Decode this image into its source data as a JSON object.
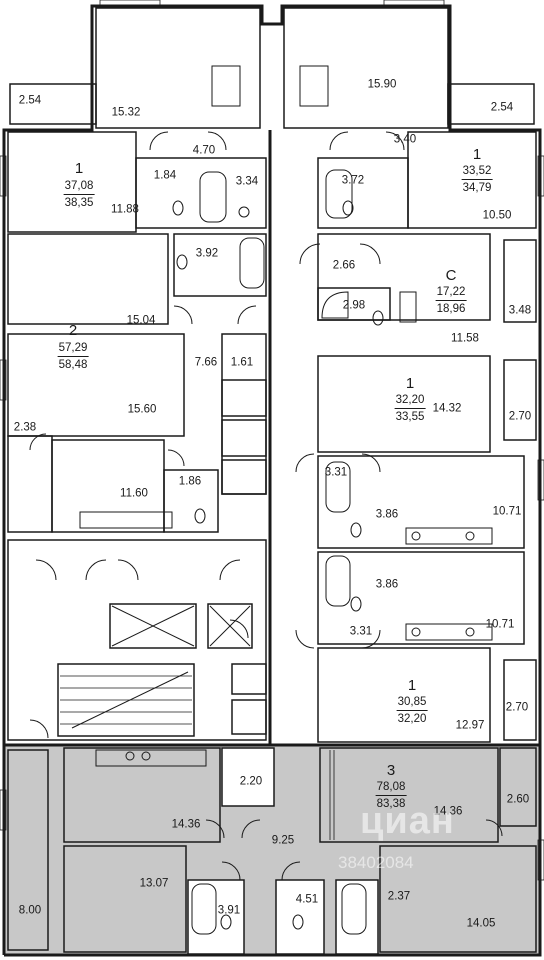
{
  "plan": {
    "colors": {
      "wall": "#1a1a1a",
      "shaded": "#c8c8c8",
      "paper": "#ffffff"
    },
    "area_labels": [
      {
        "id": "a1",
        "text": "2.54"
      },
      {
        "id": "a2",
        "text": "15.32"
      },
      {
        "id": "a3",
        "text": "15.90"
      },
      {
        "id": "a4",
        "text": "2.54"
      },
      {
        "id": "a5",
        "text": "4.70"
      },
      {
        "id": "a6",
        "text": "3.40"
      },
      {
        "id": "a7",
        "text": "1.84"
      },
      {
        "id": "a8",
        "text": "3.34"
      },
      {
        "id": "a9",
        "text": "3.72"
      },
      {
        "id": "a10",
        "text": "11.88"
      },
      {
        "id": "a11",
        "text": "10.50"
      },
      {
        "id": "a12",
        "text": "3.92"
      },
      {
        "id": "a13",
        "text": "2.66"
      },
      {
        "id": "a14",
        "text": "2.98"
      },
      {
        "id": "a15",
        "text": "3.48"
      },
      {
        "id": "a16",
        "text": "11.58"
      },
      {
        "id": "a17",
        "text": "15.04"
      },
      {
        "id": "a18",
        "text": "7.66"
      },
      {
        "id": "a19",
        "text": "1.61"
      },
      {
        "id": "a20",
        "text": "15.60"
      },
      {
        "id": "a21",
        "text": "14.32"
      },
      {
        "id": "a22",
        "text": "2.70"
      },
      {
        "id": "a23",
        "text": "2.38"
      },
      {
        "id": "a24",
        "text": "3.31"
      },
      {
        "id": "a25",
        "text": "3.86"
      },
      {
        "id": "a26",
        "text": "10.71"
      },
      {
        "id": "a27",
        "text": "11.60"
      },
      {
        "id": "a28",
        "text": "1.86"
      },
      {
        "id": "a29",
        "text": "3.86"
      },
      {
        "id": "a30",
        "text": "10.71"
      },
      {
        "id": "a31",
        "text": "3.31"
      },
      {
        "id": "a32",
        "text": "12.97"
      },
      {
        "id": "a33",
        "text": "2.70"
      },
      {
        "id": "a34",
        "text": "2.20"
      },
      {
        "id": "a35",
        "text": "14.36"
      },
      {
        "id": "a36",
        "text": "2.60"
      },
      {
        "id": "a37",
        "text": "14.36"
      },
      {
        "id": "a38",
        "text": "9.25"
      },
      {
        "id": "a39",
        "text": "13.07"
      },
      {
        "id": "a40",
        "text": "3.91"
      },
      {
        "id": "a41",
        "text": "4.51"
      },
      {
        "id": "a42",
        "text": "2.37"
      },
      {
        "id": "a43",
        "text": "8.00"
      },
      {
        "id": "a44",
        "text": "14.05"
      }
    ],
    "apartments": [
      {
        "id": "apt1",
        "rooms": "1",
        "living_area": "37,08",
        "total_area": "38,35"
      },
      {
        "id": "apt2",
        "rooms": "1",
        "living_area": "33,52",
        "total_area": "34,79"
      },
      {
        "id": "apt3",
        "rooms": "C",
        "living_area": "17,22",
        "total_area": "18,96"
      },
      {
        "id": "apt4",
        "rooms": "2",
        "living_area": "57,29",
        "total_area": "58,48"
      },
      {
        "id": "apt5",
        "rooms": "1",
        "living_area": "32,20",
        "total_area": "33,55"
      },
      {
        "id": "apt6",
        "rooms": "1",
        "living_area": "30,85",
        "total_area": "32,20"
      },
      {
        "id": "apt7",
        "rooms": "3",
        "living_area": "78,08",
        "total_area": "83,38"
      }
    ],
    "watermark": {
      "brand": "циан",
      "code": "38402084"
    }
  }
}
